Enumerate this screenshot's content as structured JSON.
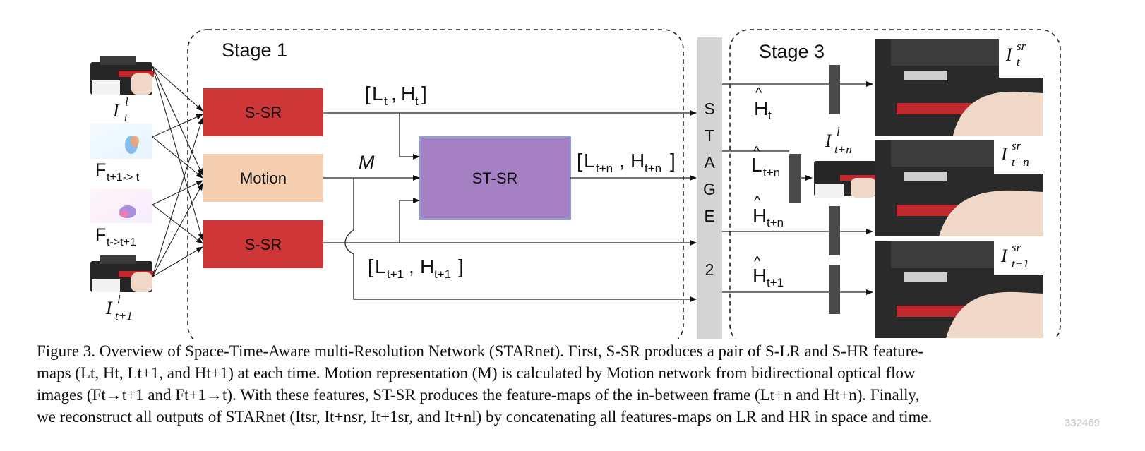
{
  "stages": {
    "stage1_title": "Stage 1",
    "stage3_title": "Stage 3",
    "stage2_letters": [
      "S",
      "T",
      "A",
      "G",
      "E",
      "2"
    ]
  },
  "blocks": {
    "ssr_top": "S-SR",
    "motion": "Motion",
    "ssr_bottom": "S-SR",
    "stsr": "ST-SR"
  },
  "inputs": {
    "frame_t": {
      "base": "I",
      "sup": "l",
      "sub": "t"
    },
    "flow_fwd": {
      "base": "F",
      "sub": "t+1-> t"
    },
    "flow_bwd": {
      "base": "F",
      "sub": "t->t+1"
    },
    "frame_t1": {
      "base": "I",
      "sup": "l",
      "sub": "t+1"
    }
  },
  "features": {
    "pair_t": {
      "L": "L",
      "L_sub": "t",
      "H": "H",
      "H_sub": "t"
    },
    "motion_rep": "M",
    "pair_tn": {
      "L": "L",
      "L_sub": "t+n",
      "H": "H",
      "H_sub": "t+n"
    },
    "pair_t1": {
      "L": "L",
      "L_sub": "t+1",
      "H": "H",
      "H_sub": "t+1"
    }
  },
  "stage3": {
    "h_t": {
      "base": "H",
      "sub": "t"
    },
    "l_tn": {
      "base": "L",
      "sub": "t+n"
    },
    "h_tn": {
      "base": "H",
      "sub": "t+n"
    },
    "h_t1": {
      "base": "H",
      "sub": "t+1"
    },
    "lr_out": {
      "base": "I",
      "sup": "l",
      "sub": "t+n"
    },
    "out_t": {
      "base": "I",
      "sup": "sr",
      "sub": "t"
    },
    "out_tn": {
      "base": "I",
      "sup": "sr",
      "sub": "t+n"
    },
    "out_t1": {
      "base": "I",
      "sup": "sr",
      "sub": "t+1"
    }
  },
  "caption": {
    "line1": "Figure 3. Overview of Space-Time-Aware multi-Resolution Network (STARnet). First, S-SR produces a pair of S-LR and S-HR feature-",
    "line2": "maps (Lt, Ht, Lt+1, and Ht+1) at each time. Motion representation (M) is calculated by Motion network from bidirectional optical flow",
    "line3": "images (Ft→t+1 and Ft+1→t). With these features, ST-SR produces the feature-maps of the in-between frame (Lt+n and Ht+n). Finally,",
    "line4": "we reconstruct all outputs of STARnet (Itsr, It+nsr, It+1sr, and It+nl) by concatenating all features-maps on LR and HR in space and time."
  },
  "watermark": "332469",
  "colors": {
    "ssr": "#cf3638",
    "motion": "#f6cfb0",
    "stsr": "#a581c4",
    "stsr_border": "#8a9fd8",
    "stage2": "#d4d4d4",
    "concat": "#4a4a4a"
  }
}
